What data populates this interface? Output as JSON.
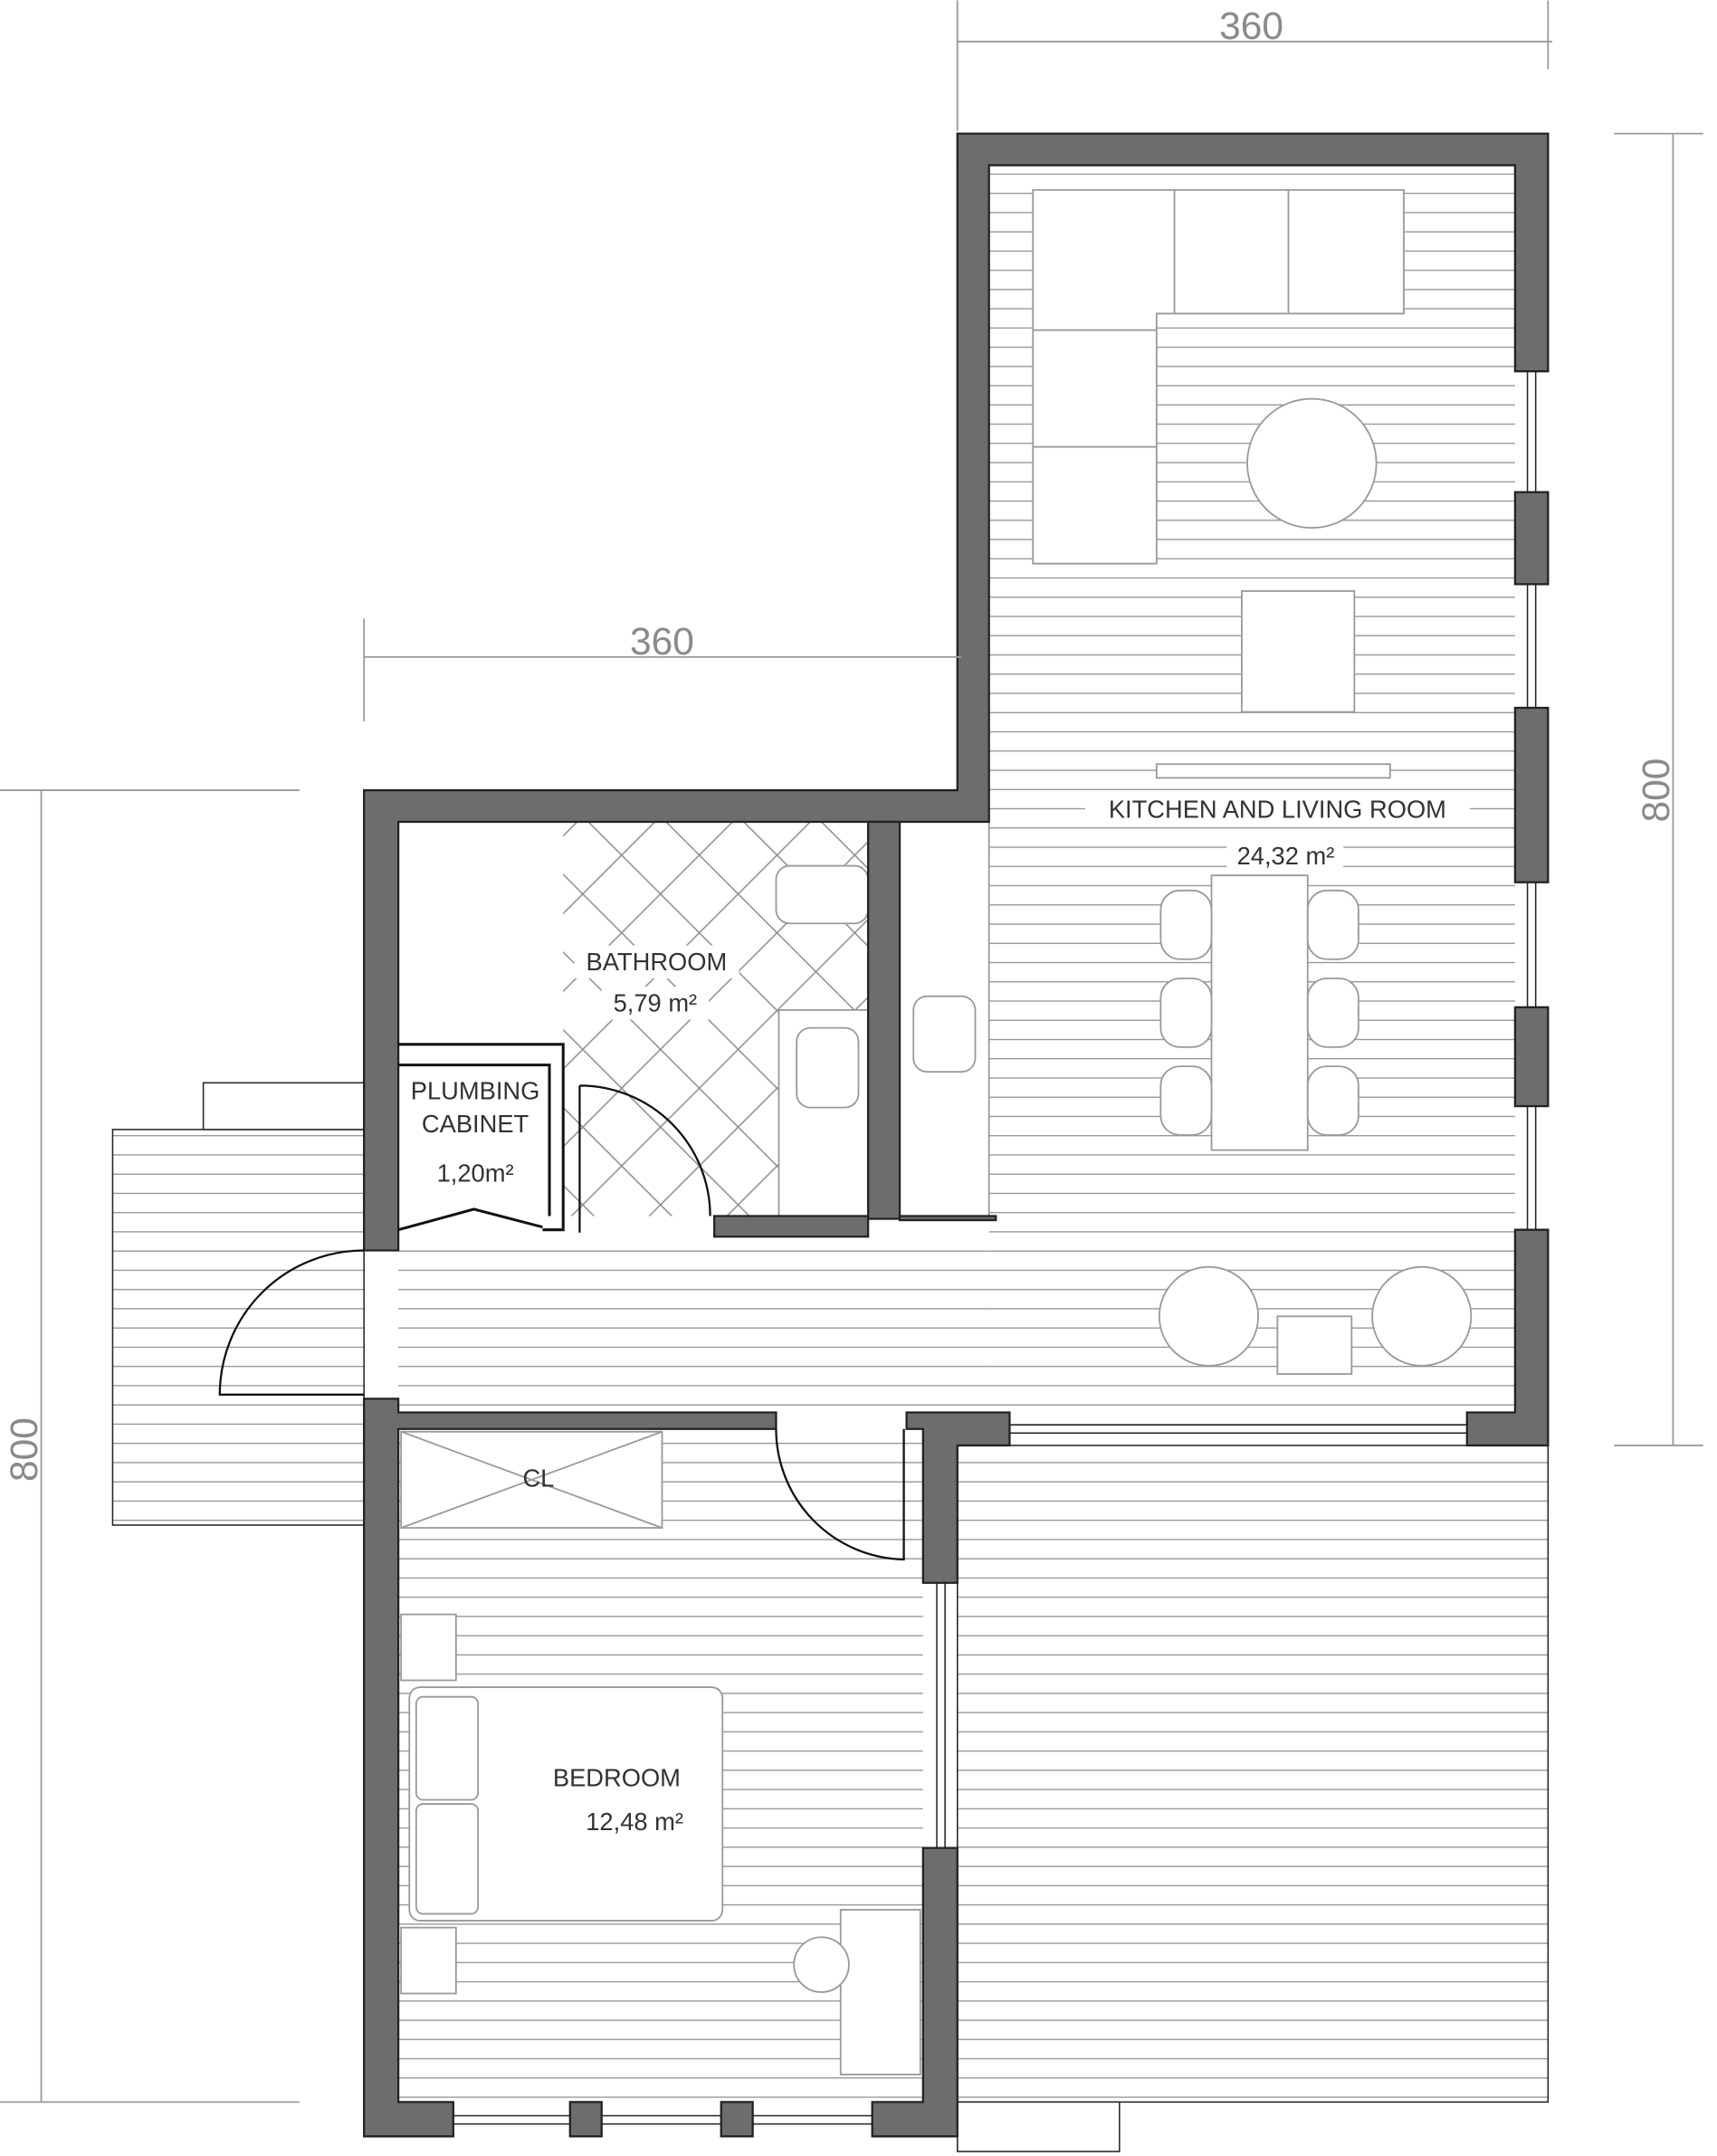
{
  "dimensions": {
    "top_width": "360",
    "middle_width": "360",
    "right_height": "800",
    "left_height": "800"
  },
  "rooms": {
    "kitchen": {
      "name": "KITCHEN AND LIVING ROOM",
      "area": "24,32 m²"
    },
    "bathroom": {
      "name": "BATHROOM",
      "area": "5,79 m²"
    },
    "plumbing": {
      "name_line1": "PLUMBING",
      "name_line2": "CABINET",
      "area": "1,20m²"
    },
    "bedroom": {
      "name": "BEDROOM",
      "area": "12,48 m²"
    },
    "closet": {
      "name": "CL"
    }
  },
  "colors": {
    "wall": "#6d6d6d",
    "line": "#9a9a9a"
  }
}
